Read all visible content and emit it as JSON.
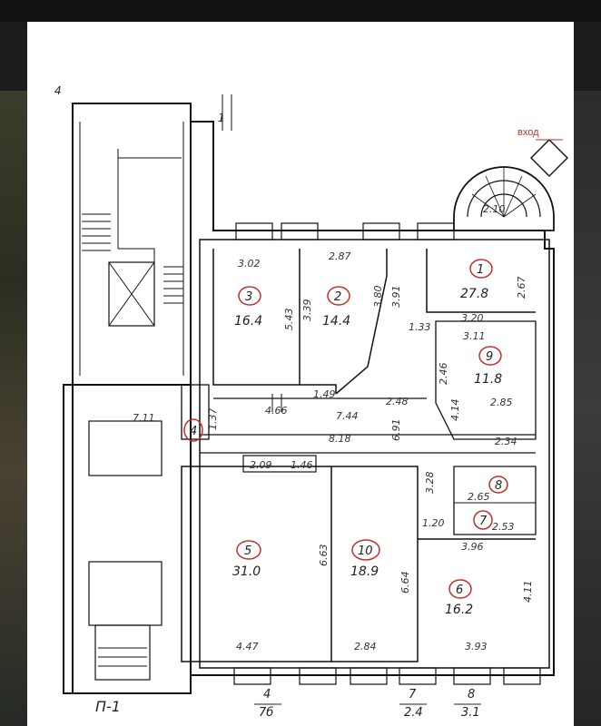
{
  "entrance_label": "вход",
  "sheet_label": "П-1",
  "bottom_marks": [
    {
      "top": "4",
      "bottom": "7б"
    },
    {
      "top": "7",
      "bottom": "2.4"
    },
    {
      "top": "8",
      "bottom": "3.1"
    }
  ],
  "top_mark": "4",
  "side_mark": "1",
  "rooms": [
    {
      "num": "1",
      "area": "27.8"
    },
    {
      "num": "2",
      "area": "14.4"
    },
    {
      "num": "3",
      "area": "16.4"
    },
    {
      "num": "4",
      "area": ""
    },
    {
      "num": "5",
      "area": "31.0"
    },
    {
      "num": "6",
      "area": "16.2"
    },
    {
      "num": "7",
      "area": ""
    },
    {
      "num": "8",
      "area": ""
    },
    {
      "num": "9",
      "area": "11.8"
    },
    {
      "num": "10",
      "area": "18.9"
    }
  ],
  "dims": {
    "d302": "3.02",
    "d287": "2.87",
    "d267": "2.67",
    "d543": "5.43",
    "d339": "3.39",
    "d380": "3.80",
    "d391": "3.91",
    "d133": "1.33",
    "d320": "3.20",
    "d311": "3.11",
    "d246": "2.46",
    "d414": "4.14",
    "d285": "2.85",
    "d234": "2.34",
    "d149": "1.49",
    "d466": "4.66",
    "d744": "7.44",
    "d248": "2.48",
    "d691": "6.91",
    "d818": "8.18",
    "d209": "2.09",
    "d146": "1.46",
    "d137": "1.37",
    "d714": "7.11",
    "d328": "3.28",
    "d265": "2.65",
    "d120": "1.20",
    "d253": "2.53",
    "d396": "3.96",
    "d663": "6.63",
    "d664": "6.64",
    "d411": "4.11",
    "d447": "4.47",
    "d284": "2.84",
    "d393": "3.93",
    "d210": "2.10"
  }
}
